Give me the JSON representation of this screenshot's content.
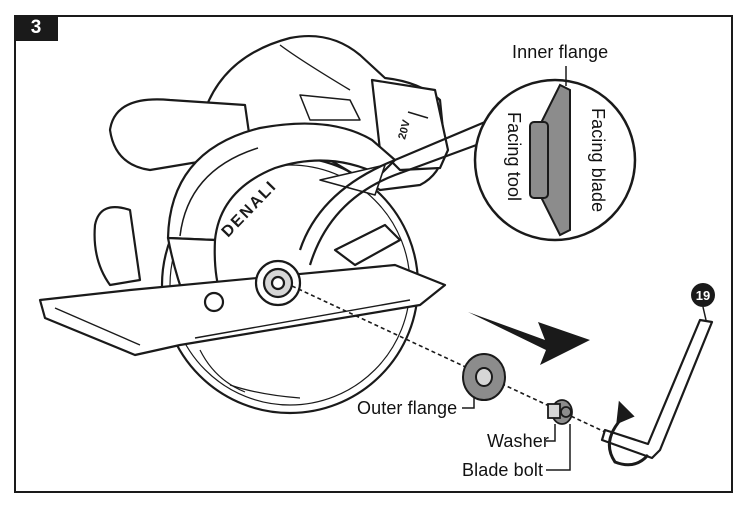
{
  "step": {
    "number": "3"
  },
  "tool": {
    "brand": "DENALI",
    "battery_badge": "20V"
  },
  "callout": {
    "inner_flange_label": "Inner flange",
    "facing_blade_label": "Facing blade",
    "facing_tool_label": "Facing tool"
  },
  "parts": {
    "outer_flange_label": "Outer flange",
    "washer_label": "Washer",
    "blade_bolt_label": "Blade bolt",
    "wrench_ref_number": "19"
  },
  "icons": [
    "circular-saw-icon",
    "inner-flange-icon",
    "outer-flange-icon",
    "washer-icon",
    "blade-bolt-icon",
    "hex-wrench-icon",
    "direction-arrow-icon",
    "rotation-arrow-icon"
  ],
  "colors": {
    "ink": "#1a1a1a",
    "part_gray": "#8c8c8c",
    "light_gray": "#d6d6d6",
    "paper": "#ffffff"
  }
}
